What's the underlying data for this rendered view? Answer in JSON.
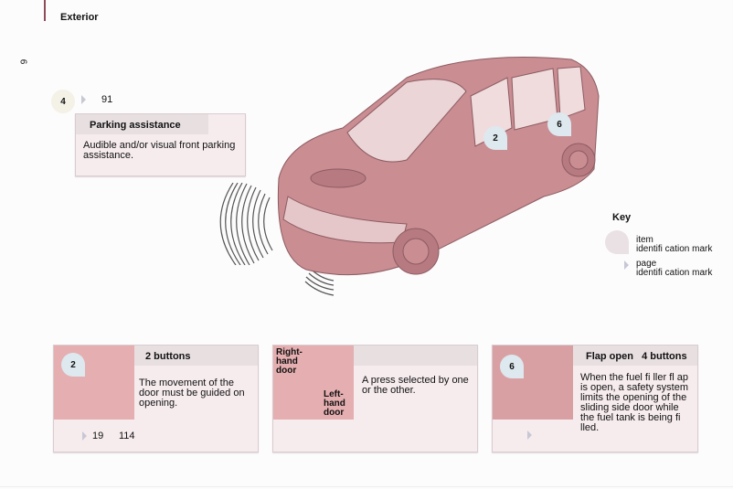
{
  "page": {
    "section_title": "Exterior",
    "page_number": "6"
  },
  "parking": {
    "item_mark": "4",
    "page_ref": "91",
    "heading": "Parking assistance",
    "text": "Audible and/or visual front parking assistance."
  },
  "car_markers": [
    {
      "label": "2"
    },
    {
      "label": "6"
    }
  ],
  "key": {
    "title": "Key",
    "item_mark_label_1": "item",
    "item_mark_label_2": "identifi cation mark",
    "page_mark_label_1": "page",
    "page_mark_label_2": "identifi cation mark"
  },
  "cards": [
    {
      "item_mark": "2",
      "heading": "2 buttons",
      "text": "The movement of the door must be guided on opening.",
      "page_refs": [
        "19",
        "114"
      ]
    },
    {
      "heading": "",
      "image_labels": {
        "right": "Right-hand door",
        "left": "Left-hand door"
      },
      "text": "A press selected by one or the other."
    },
    {
      "item_mark": "6",
      "heading": "Flap open   4 buttons",
      "text": "When the fuel fi ller fl ap is open, a safety system limits the opening of the sliding side door while the fuel tank is being fi lled.",
      "page_refs": []
    }
  ],
  "colors": {
    "accent_bar": "#8c4a5a",
    "card_bg": "#f6ecee",
    "card_head": "#e8dfe1",
    "image_tint": "#e5aeb0",
    "car_body": "#c98d92"
  }
}
